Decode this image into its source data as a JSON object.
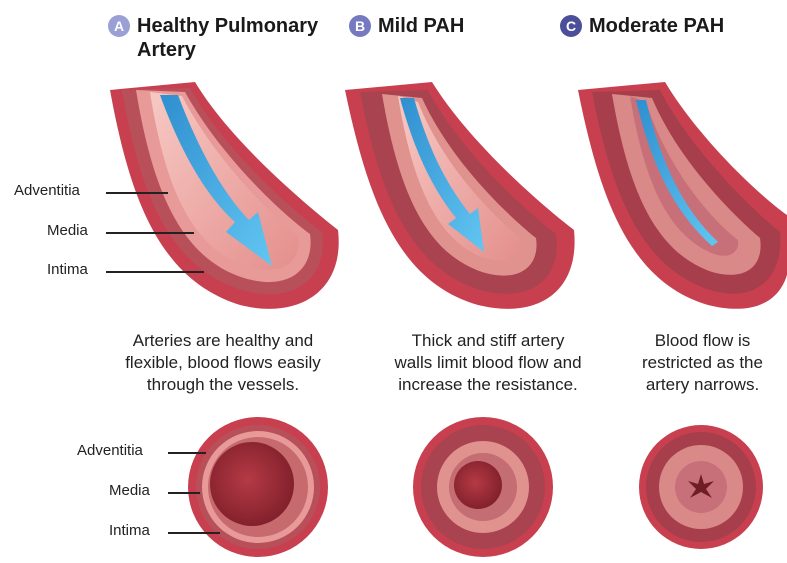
{
  "panels": [
    {
      "letter": "A",
      "title_line1": "Healthy Pulmonary",
      "title_line2": "Artery",
      "badge_color": "#9a9fd6",
      "caption": [
        "Arteries are healthy and",
        "flexible, blood flows easily",
        "through the vessels."
      ]
    },
    {
      "letter": "B",
      "title_line1": "Mild PAH",
      "title_line2": "",
      "badge_color": "#7479c0",
      "caption": [
        "Thick and stiff artery",
        "walls limit blood flow and",
        "increase the resistance."
      ]
    },
    {
      "letter": "C",
      "title_line1": "Moderate PAH",
      "title_line2": "",
      "badge_color": "#4b4f99",
      "caption": [
        "Blood flow is",
        "restricted as the",
        "artery narrows."
      ]
    }
  ],
  "layers": {
    "top": [
      "Adventitia",
      "Media",
      "Intima"
    ],
    "bottom": [
      "Adventitia",
      "Media",
      "Intima"
    ]
  },
  "colors": {
    "adventitia": "#c8404f",
    "media": "#b8505a",
    "intima": "#e89a98",
    "lumen": "#f3b7b2",
    "flow_arrow": "#3aa6e0"
  }
}
